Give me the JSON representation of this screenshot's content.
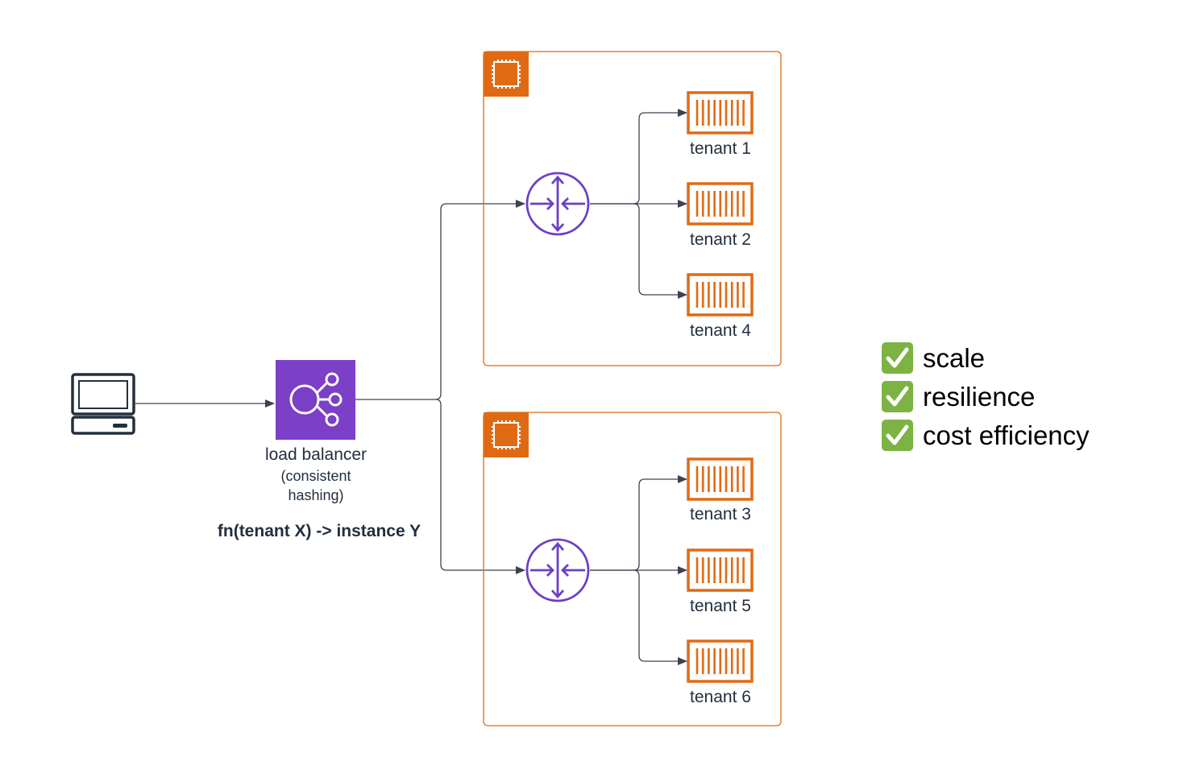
{
  "diagram": {
    "colors": {
      "line": "#3b4350",
      "accent_orange": "#e06a14",
      "accent_purple": "#6c3fc4",
      "lb_fill": "#7b3fc8",
      "check_green": "#7cb342",
      "text": "#232f3e"
    },
    "client": {
      "icon": "laptop-icon"
    },
    "load_balancer": {
      "icon": "elastic-load-balancer-icon",
      "label": "load balancer",
      "sub_line1": "(consistent",
      "sub_line2": "hashing)"
    },
    "routing_function": "fn(tenant X) -> instance Y",
    "instances": [
      {
        "icon": "ec2-instance-icon",
        "router_icon": "router-icon",
        "tenants": [
          "tenant 1",
          "tenant 2",
          "tenant 4"
        ]
      },
      {
        "icon": "ec2-instance-icon",
        "router_icon": "router-icon",
        "tenants": [
          "tenant 3",
          "tenant 5",
          "tenant 6"
        ]
      }
    ],
    "benefits": [
      {
        "icon": "checkmark-icon",
        "label": "scale"
      },
      {
        "icon": "checkmark-icon",
        "label": "resilience"
      },
      {
        "icon": "checkmark-icon",
        "label": "cost efficiency"
      }
    ]
  }
}
